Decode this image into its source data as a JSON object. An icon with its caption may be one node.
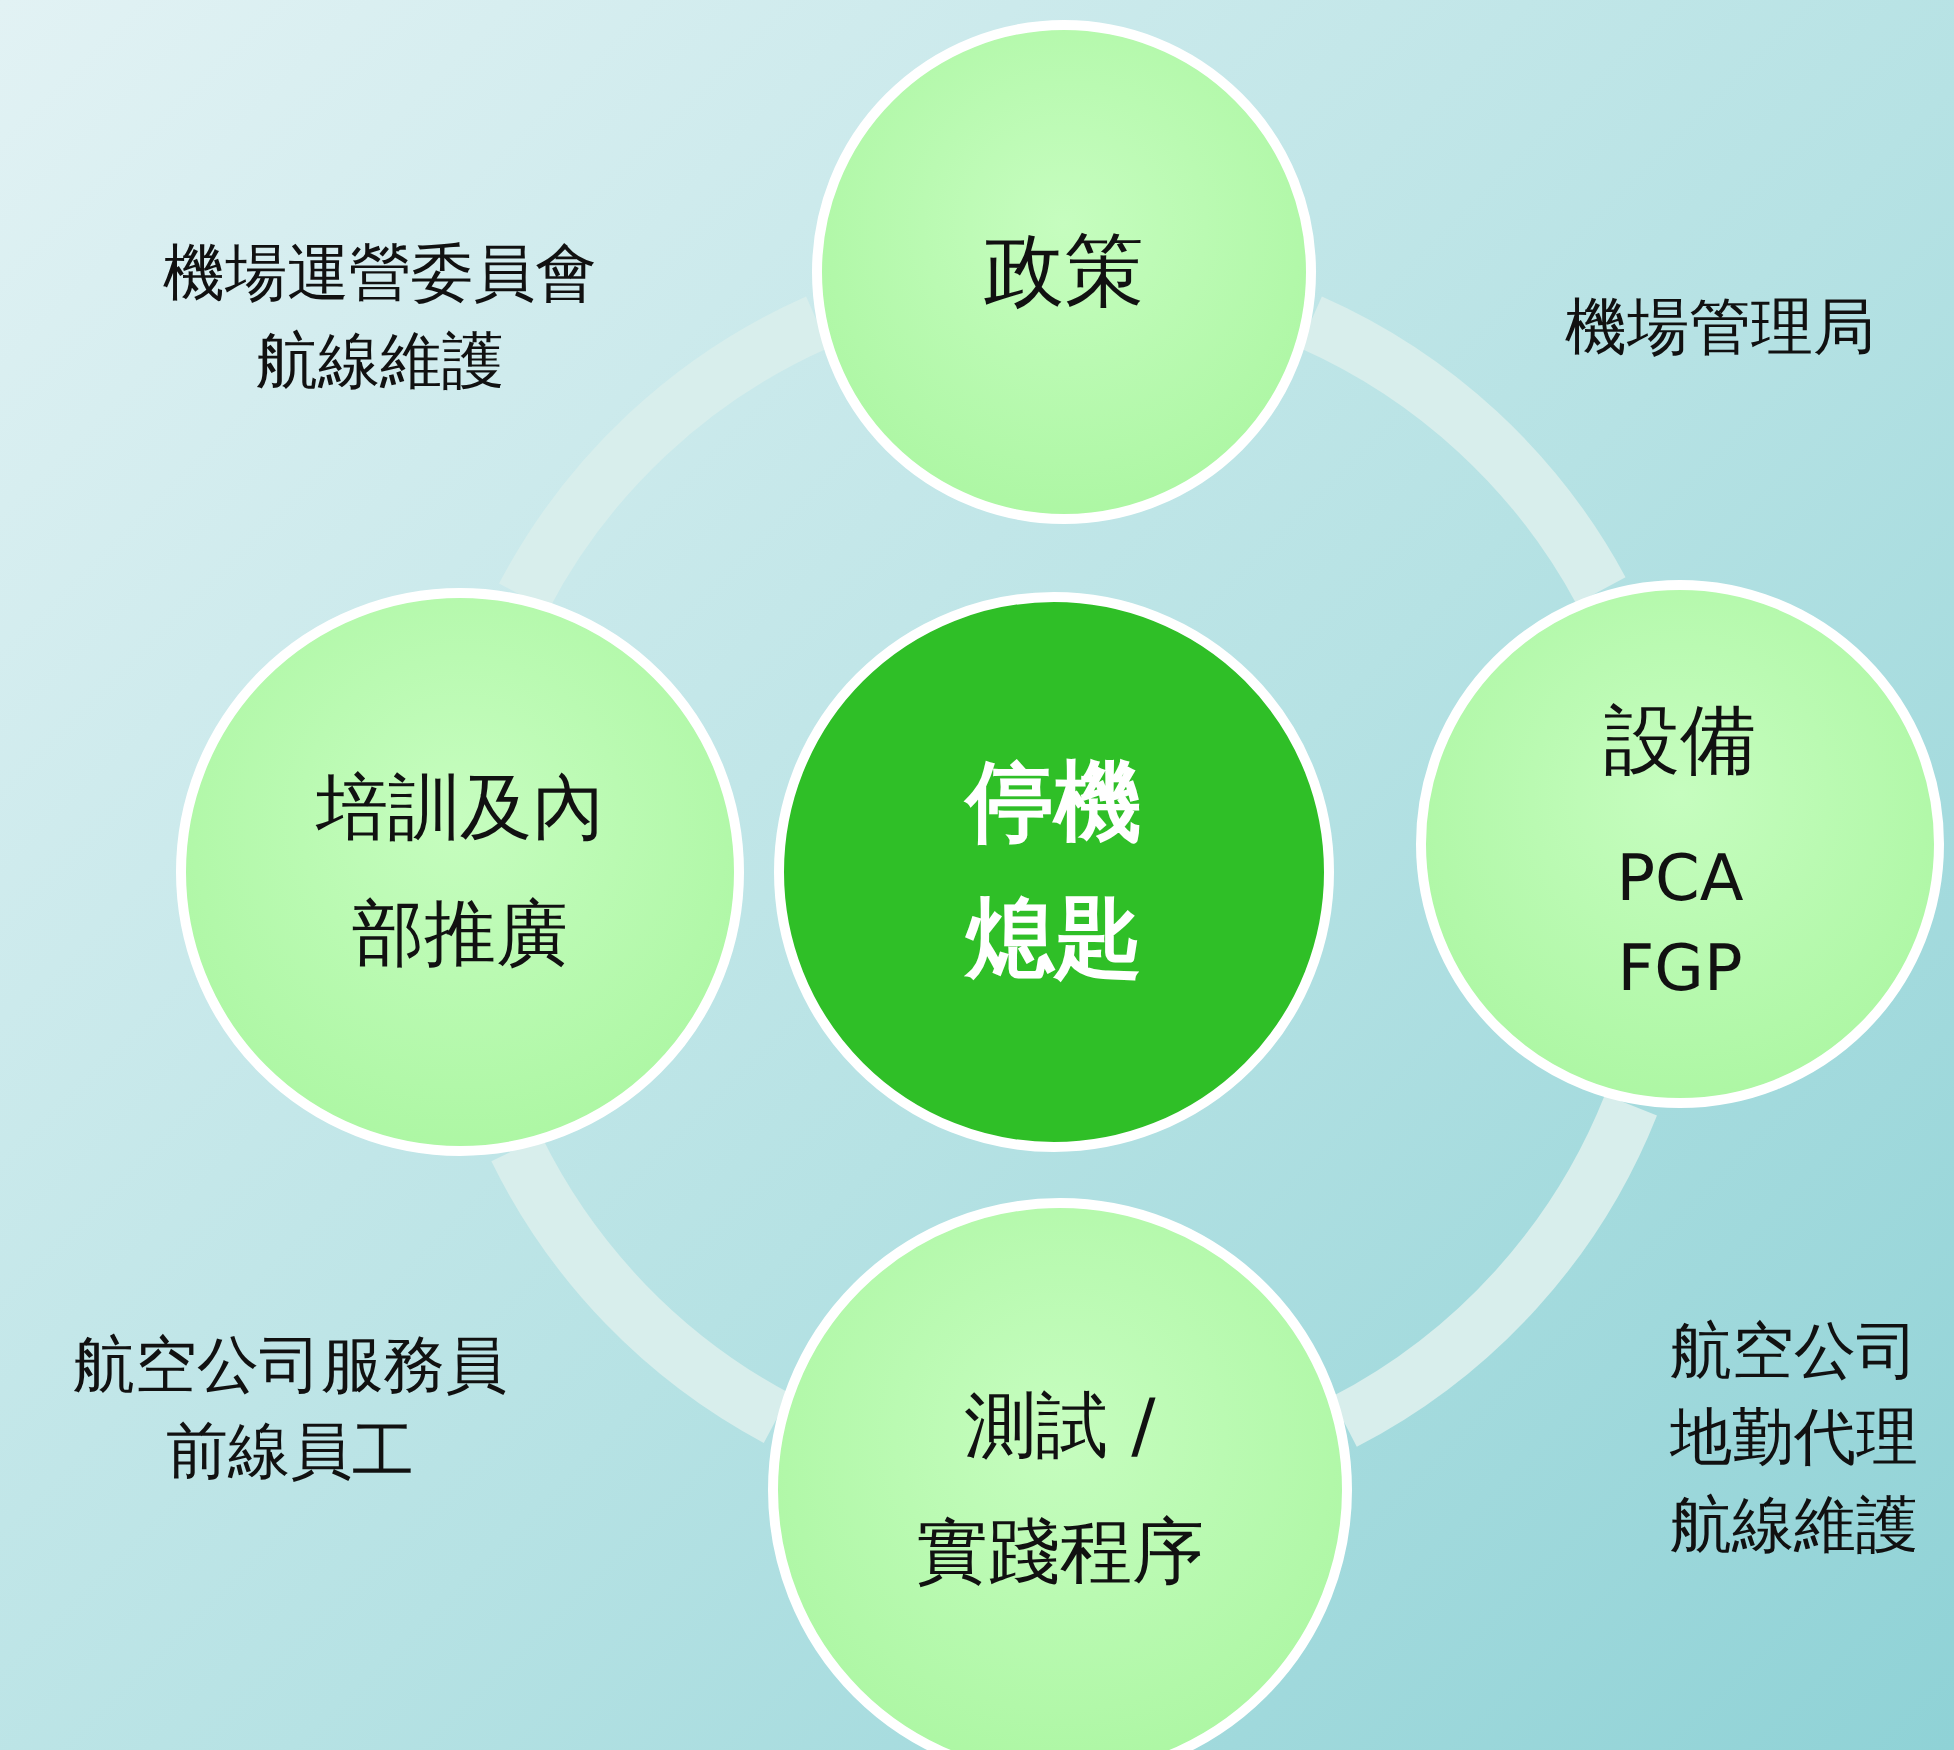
{
  "diagram": {
    "nodes": [
      {
        "text": [
          "政策"
        ]
      },
      {
        "text": [
          "培訓及內部推廣"
        ]
      },
      {
        "text": [
          "停機熄匙"
        ]
      },
      {
        "text": [
          "設備",
          "PCA FGP"
        ]
      },
      {
        "text": [
          "測試 / 實踐程序"
        ]
      }
    ],
    "edges": [
      {
        "from": 0,
        "to": 3,
        "arrow": "none"
      },
      {
        "from": 3,
        "to": 4,
        "arrow": "none"
      },
      {
        "from": 4,
        "to": 1,
        "arrow": "none"
      },
      {
        "from": 1,
        "to": 0,
        "arrow": "none"
      }
    ],
    "labels": [
      "機場運營委員會",
      "航線維護",
      "機場管理局",
      "航空公司服務員",
      "前線員工",
      "航空公司",
      "地勤代理",
      "航線維護"
    ]
  }
}
